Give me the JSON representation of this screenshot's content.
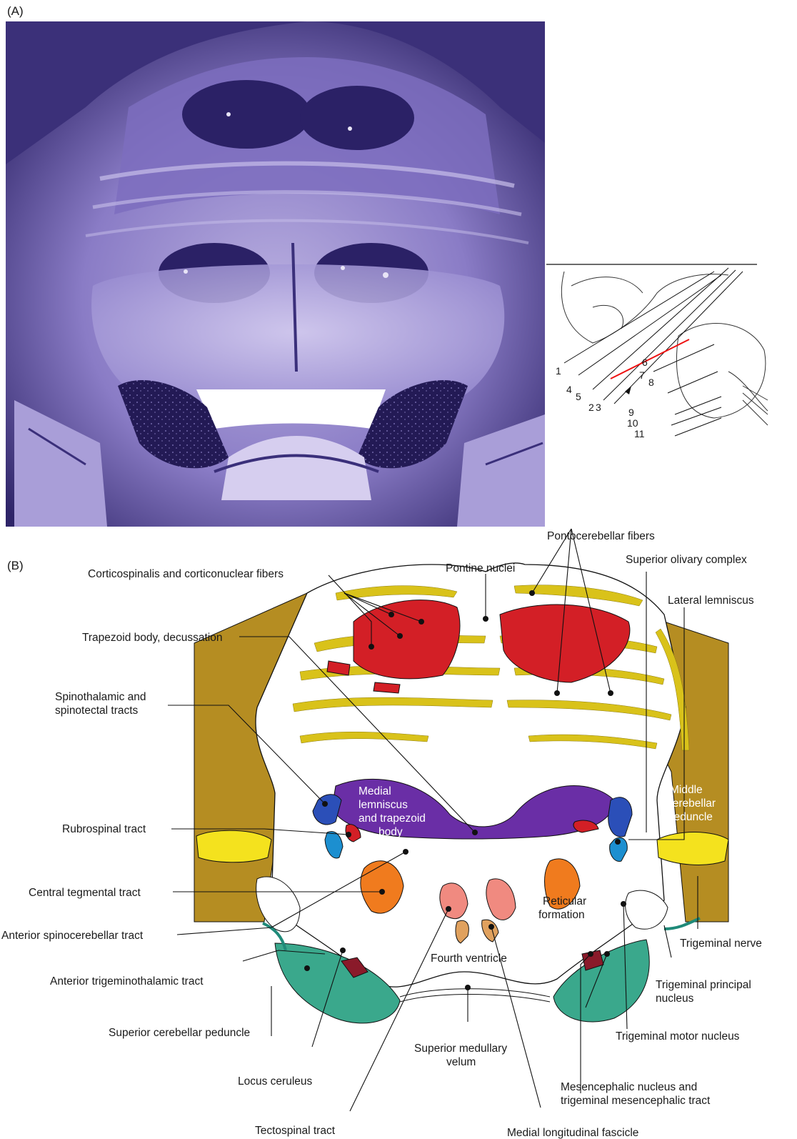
{
  "panels": {
    "a": "(A)",
    "b": "(B)"
  },
  "inset_numbers": [
    "1",
    "2",
    "3",
    "4",
    "5",
    "6",
    "7",
    "8",
    "9",
    "10",
    "11"
  ],
  "colors": {
    "stain_dark": "#3a2f7a",
    "stain_light": "#a79bd3",
    "fibers_yellow": "#d9c21a",
    "peduncle_gold": "#b58d22",
    "pontine_red": "#d31f26",
    "lemniscus_purple": "#6a2ea6",
    "blue": "#2b4fb8",
    "light_blue": "#1c8fd0",
    "orange": "#f07b1e",
    "salmon": "#f08a80",
    "tan": "#e0a15e",
    "teal": "#3aa88c",
    "dark_red": "#8a1a2a",
    "yellow": "#f4e21e"
  },
  "labels": {
    "pontocerebellar_fibers": "Pontocerebellar fibers",
    "pontine_nuclei": "Pontine nuclei",
    "superior_olivary_complex": "Superior olivary complex",
    "corticospinalis": "Corticospinalis and corticonuclear fibers",
    "lateral_lemniscus": "Lateral lemniscus",
    "trapezoid_body": "Trapezoid body, decussation",
    "spinothalamic_1": "Spinothalamic and",
    "spinothalamic_2": "spinotectal tracts",
    "medial_lemniscus_1": "Medial",
    "medial_lemniscus_2": "lemniscus",
    "medial_lemniscus_3": "and trapezoid",
    "medial_lemniscus_4": "body",
    "middle_cp_1": "Middle",
    "middle_cp_2": "cerebellar",
    "middle_cp_3": "peduncle",
    "rubrospinal": "Rubrospinal tract",
    "central_tegmental": "Central tegmental tract",
    "reticular_1": "Reticular",
    "reticular_2": "formation",
    "anterior_spinocerebellar": "Anterior spinocerebellar tract",
    "trigeminal_nerve": "Trigeminal nerve",
    "fourth_ventricle": "Fourth ventricle",
    "anterior_trigeminothalamic": "Anterior trigeminothalamic tract",
    "trigeminal_principal_1": "Trigeminal principal",
    "trigeminal_principal_2": "nucleus",
    "superior_cerebellar_peduncle": "Superior cerebellar peduncle",
    "trigeminal_motor": "Trigeminal motor nucleus",
    "superior_medullary_1": "Superior medullary",
    "superior_medullary_2": "velum",
    "locus_ceruleus": "Locus ceruleus",
    "mesencephalic_1": "Mesencephalic nucleus and",
    "mesencephalic_2": "trigeminal mesencephalic tract",
    "tectospinal": "Tectospinal tract",
    "medial_longitudinal": "Medial longitudinal fascicle"
  }
}
